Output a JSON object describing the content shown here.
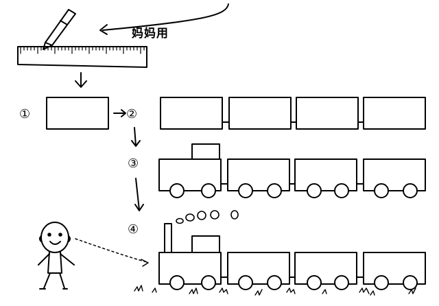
{
  "annotation": {
    "text": "妈妈用"
  },
  "steps": [
    {
      "label": "①"
    },
    {
      "label": "②"
    },
    {
      "label": "③"
    },
    {
      "label": "④"
    }
  ],
  "colors": {
    "ink": "#000000",
    "paper": "#ffffff"
  },
  "icons": [
    "pencil-icon",
    "ruler-icon",
    "person-icon",
    "grass-icon",
    "smoke-puff-icon"
  ]
}
